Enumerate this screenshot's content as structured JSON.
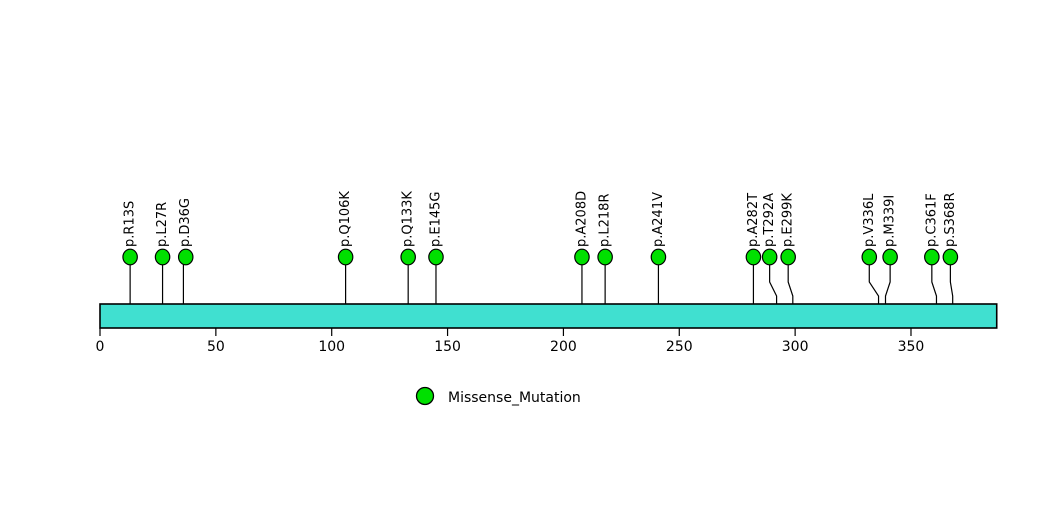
{
  "chart_data": {
    "type": "lollipop",
    "title": "",
    "xlabel": "",
    "ylabel": "",
    "xlim": [
      0,
      387
    ],
    "grid": false,
    "protein_length": 387,
    "domain_bar": {
      "start": 0,
      "end": 387,
      "fill_color": "#40E0D0",
      "stroke_color": "#000000"
    },
    "axis": {
      "ticks": [
        0,
        50,
        100,
        150,
        200,
        250,
        300,
        350
      ],
      "tick_labels": [
        "0",
        "50",
        "100",
        "150",
        "200",
        "250",
        "300",
        "350"
      ]
    },
    "marker_color": "#00E000",
    "marker_stroke": "#000000",
    "categories": [
      "p.R13S",
      "p.L27R",
      "p.D36G",
      "p.Q106K",
      "p.Q133K",
      "p.E145G",
      "p.A208D",
      "p.L218R",
      "p.A241V",
      "p.A282T",
      "p.T292A",
      "p.E299K",
      "p.V336L",
      "p.M339I",
      "p.C361F",
      "p.S368R"
    ],
    "values": [
      1,
      1,
      1,
      1,
      1,
      1,
      1,
      1,
      1,
      1,
      1,
      1,
      1,
      1,
      1,
      1
    ],
    "mutations": [
      {
        "label": "p.R13S",
        "position": 13,
        "count": 1,
        "type": "Missense_Mutation",
        "label_x": 13,
        "bend": false
      },
      {
        "label": "p.L27R",
        "position": 27,
        "count": 1,
        "type": "Missense_Mutation",
        "label_x": 27,
        "bend": false
      },
      {
        "label": "p.D36G",
        "position": 36,
        "count": 1,
        "type": "Missense_Mutation",
        "label_x": 37,
        "bend": false
      },
      {
        "label": "p.Q106K",
        "position": 106,
        "count": 1,
        "type": "Missense_Mutation",
        "label_x": 106,
        "bend": false
      },
      {
        "label": "p.Q133K",
        "position": 133,
        "count": 1,
        "type": "Missense_Mutation",
        "label_x": 133,
        "bend": false
      },
      {
        "label": "p.E145G",
        "position": 145,
        "count": 1,
        "type": "Missense_Mutation",
        "label_x": 145,
        "bend": false
      },
      {
        "label": "p.A208D",
        "position": 208,
        "count": 1,
        "type": "Missense_Mutation",
        "label_x": 208,
        "bend": false
      },
      {
        "label": "p.L218R",
        "position": 218,
        "count": 1,
        "type": "Missense_Mutation",
        "label_x": 218,
        "bend": false
      },
      {
        "label": "p.A241V",
        "position": 241,
        "count": 1,
        "type": "Missense_Mutation",
        "label_x": 241,
        "bend": false
      },
      {
        "label": "p.A282T",
        "position": 282,
        "count": 1,
        "type": "Missense_Mutation",
        "label_x": 282,
        "bend": false
      },
      {
        "label": "p.T292A",
        "position": 292,
        "count": 1,
        "type": "Missense_Mutation",
        "label_x": 289,
        "bend": true
      },
      {
        "label": "p.E299K",
        "position": 299,
        "count": 1,
        "type": "Missense_Mutation",
        "label_x": 297,
        "bend": true
      },
      {
        "label": "p.V336L",
        "position": 336,
        "count": 1,
        "type": "Missense_Mutation",
        "label_x": 332,
        "bend": true
      },
      {
        "label": "p.M339I",
        "position": 339,
        "count": 1,
        "type": "Missense_Mutation",
        "label_x": 341,
        "bend": true
      },
      {
        "label": "p.C361F",
        "position": 361,
        "count": 1,
        "type": "Missense_Mutation",
        "label_x": 359,
        "bend": true
      },
      {
        "label": "p.S368R",
        "position": 368,
        "count": 1,
        "type": "Missense_Mutation",
        "label_x": 367,
        "bend": true
      }
    ],
    "legend": {
      "position": "bottom",
      "entries": [
        {
          "label": "Missense_Mutation",
          "color": "#00E000"
        }
      ]
    }
  }
}
